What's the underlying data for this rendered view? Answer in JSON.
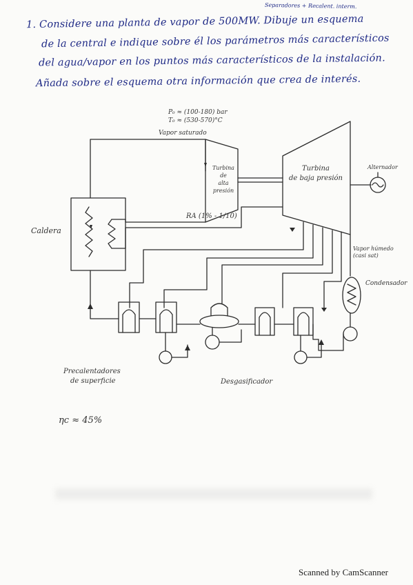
{
  "question": {
    "top_note": "Separadores + Recalent. interm.",
    "line1": "1. Considere una planta de vapor de 500MW. Dibuje un esquema",
    "line2": "de la central e indique sobre él los parámetros más característicos",
    "line3": "del agua/vapor en los puntos más característicos de la instalación.",
    "line4": "Añada sobre el esquema otra información que crea de interés."
  },
  "diagram": {
    "pressure": "P₀ ≈ (100-180) bar",
    "temperature": "T₀ ≈ (530-570)°C",
    "saturated_vapor": "Vapor saturado",
    "hp_turbine_l1": "Turbina",
    "hp_turbine_l2": "de",
    "hp_turbine_l3": "alta",
    "hp_turbine_l4": "presión",
    "lp_turbine_l1": "Turbina",
    "lp_turbine_l2": "de",
    "lp_turbine_l3": "baja presión",
    "generator": "Alternador",
    "reheat": "RA (1% - 1/10)",
    "boiler": "Caldera",
    "exhaust_l1": "Vapor húmedo",
    "exhaust_l2": "(casi sat)",
    "condenser": "Condensador",
    "heaters_l1": "Precalentadores",
    "heaters_l2": "de superficie",
    "deaerator": "Desgasificador",
    "efficiency": "ηc ≈ 45%"
  },
  "footer": "Scanned by CamScanner"
}
